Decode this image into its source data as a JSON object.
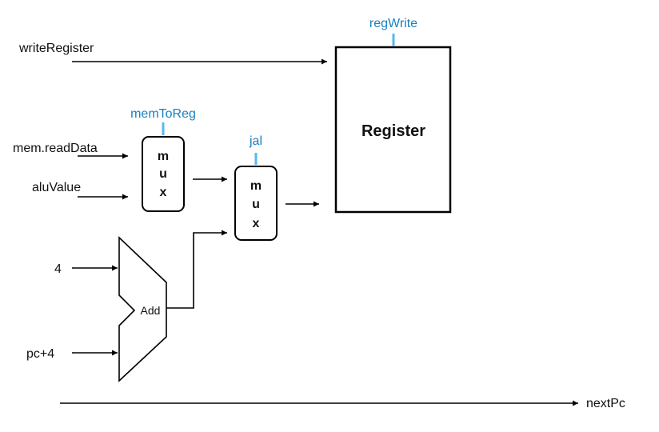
{
  "colors": {
    "control": "#1a7fbd",
    "control_tick": "#5ab8ec",
    "line": "#000000"
  },
  "register": {
    "title": "Register",
    "control": "regWrite"
  },
  "inputs": {
    "write_register": "writeRegister",
    "mem_read_data": "mem.readData",
    "alu_value": "aluValue",
    "four": "4",
    "pc_plus_4": "pc+4"
  },
  "mux1": {
    "control": "memToReg",
    "letters": [
      "m",
      "u",
      "x"
    ]
  },
  "mux2": {
    "control": "jal",
    "letters": [
      "m",
      "u",
      "x"
    ]
  },
  "adder": {
    "label": "Add"
  },
  "outputs": {
    "next_pc": "nextPc"
  }
}
